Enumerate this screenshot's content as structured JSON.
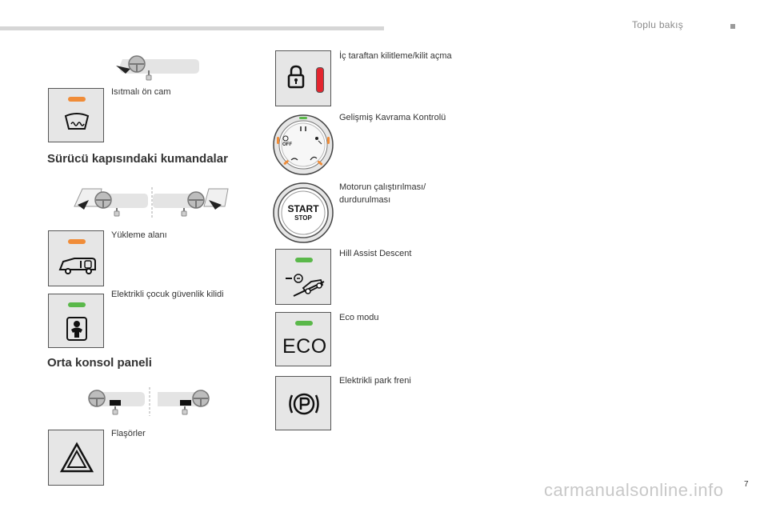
{
  "header": {
    "section": "Toplu bakış"
  },
  "left": {
    "heated_windscreen": "Isıtmalı ön cam",
    "driver_door_heading": "Sürücü kapısındaki kumandalar",
    "load_area": "Yükleme alanı",
    "child_lock": "Elektrikli çocuk güvenlik kilidi",
    "center_console_heading": "Orta konsol paneli",
    "hazard": "Flaşörler"
  },
  "right": {
    "central_locking": "İç taraftan kilitleme/kilit açma",
    "grip_control": "Gelişmiş Kavrama Kontrolü",
    "start_stop": "Motorun çalıştırılması/ durdurulması",
    "hill_assist": "Hill Assist Descent",
    "eco": "Eco modu",
    "park_brake": "Elektrikli park freni"
  },
  "button_text": {
    "eco": "ECO",
    "start": "START",
    "stop": "STOP",
    "off": "OFF"
  },
  "footer": {
    "watermark": "carmanualsonline.info",
    "page": "7"
  },
  "colors": {
    "led_orange": "#f08c38",
    "led_green": "#5ab84a",
    "led_red": "#e3252e"
  }
}
